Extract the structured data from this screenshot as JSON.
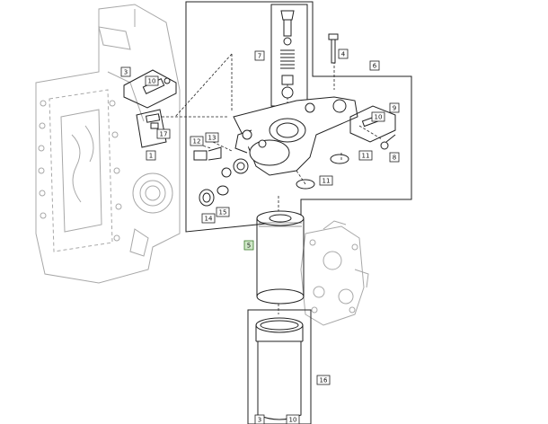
{
  "diagram": {
    "callouts": {
      "c1": "1",
      "c3": "3",
      "c4": "4",
      "c5": "5",
      "c6": "6",
      "c7": "7",
      "c8": "8",
      "c9": "9",
      "c10a": "10",
      "c10b": "10",
      "c10c": "10",
      "c11a": "11",
      "c11b": "11",
      "c12": "12",
      "c13": "13",
      "c14": "14",
      "c15": "15",
      "c16": "16",
      "c17": "17",
      "c3b": "3"
    },
    "colors": {
      "line": "#222222",
      "light_line": "#9a9a9a",
      "highlight_callout_bg": "#cfe8c8",
      "highlight_callout_border": "#3a7a2a"
    }
  }
}
